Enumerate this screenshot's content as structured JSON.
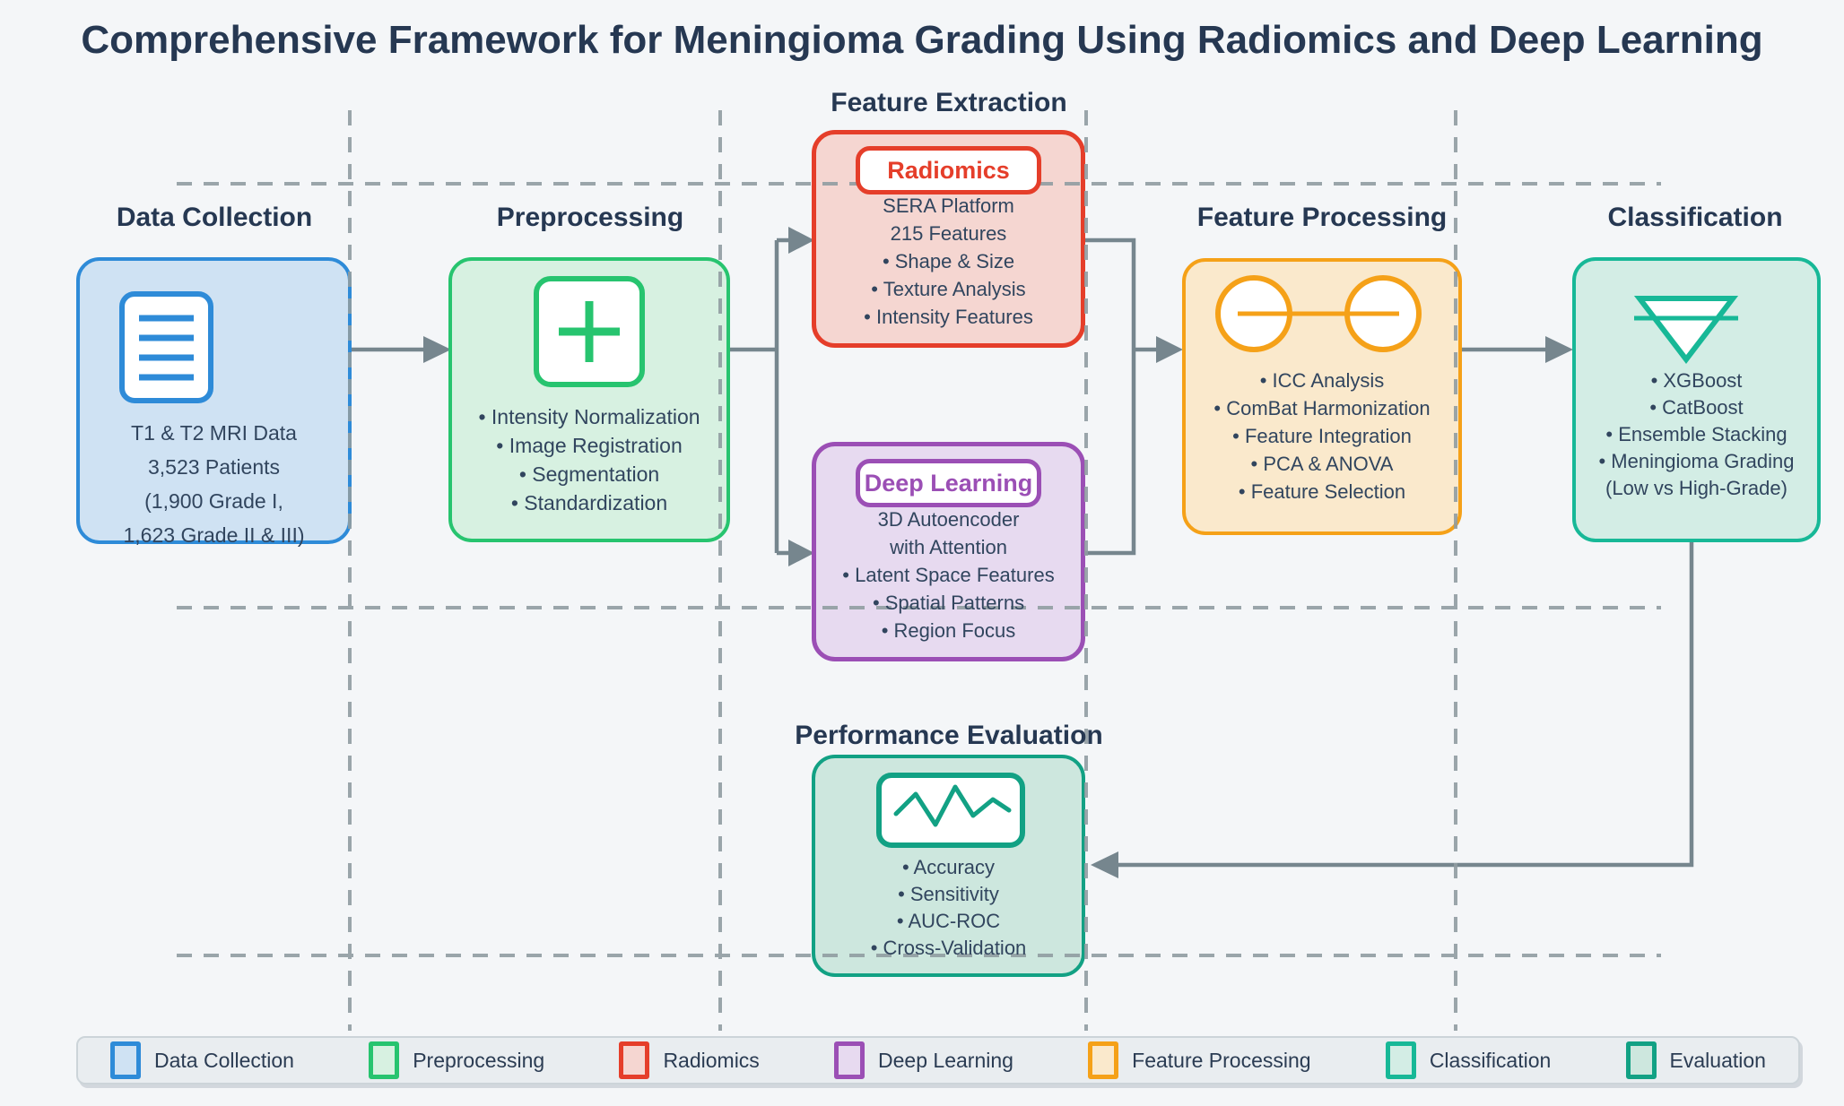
{
  "title": "Comprehensive Framework for Meningioma Grading Using Radiomics and Deep Learning",
  "stages": {
    "data_collection": {
      "heading": "Data Collection",
      "icon": "document-icon",
      "lines": [
        "T1 & T2 MRI Data",
        "3,523 Patients",
        "(1,900 Grade I,",
        "1,623 Grade II & III)"
      ]
    },
    "preprocessing": {
      "heading": "Preprocessing",
      "icon": "plus-icon",
      "lines": [
        "• Intensity Normalization",
        "• Image Registration",
        "• Segmentation",
        "• Standardization"
      ]
    },
    "feature_extraction": {
      "heading": "Feature Extraction",
      "radiomics": {
        "label": "Radiomics",
        "lines": [
          "SERA Platform",
          "215 Features",
          "• Shape & Size",
          "• Texture Analysis",
          "• Intensity Features"
        ]
      },
      "deep_learning": {
        "label": "Deep Learning",
        "lines": [
          "3D Autoencoder",
          "with Attention",
          "• Latent Space Features",
          "• Spatial Patterns",
          "• Region Focus"
        ]
      }
    },
    "feature_processing": {
      "heading": "Feature Processing",
      "icon": "linked-circles-icon",
      "lines": [
        "• ICC Analysis",
        "• ComBat Harmonization",
        "• Feature Integration",
        "• PCA & ANOVA",
        "• Feature Selection"
      ]
    },
    "classification": {
      "heading": "Classification",
      "icon": "filter-funnel-icon",
      "lines": [
        "• XGBoost",
        "• CatBoost",
        "• Ensemble Stacking",
        "• Meningioma Grading",
        "(Low vs High-Grade)"
      ]
    },
    "evaluation": {
      "heading": "Performance Evaluation",
      "icon": "line-chart-icon",
      "lines": [
        "• Accuracy",
        "• Sensitivity",
        "• AUC-ROC",
        "• Cross-Validation"
      ]
    }
  },
  "legend": {
    "items": [
      {
        "label": "Data Collection",
        "border": "#2e8bd8",
        "fill": "#cfe2f3"
      },
      {
        "label": "Preprocessing",
        "border": "#27c46f",
        "fill": "#d7f1e1"
      },
      {
        "label": "Radiomics",
        "border": "#e53e2a",
        "fill": "#f5d6d1"
      },
      {
        "label": "Deep Learning",
        "border": "#9b4fb5",
        "fill": "#e7daf0"
      },
      {
        "label": "Feature Processing",
        "border": "#f5a118",
        "fill": "#fae9cc"
      },
      {
        "label": "Classification",
        "border": "#17b897",
        "fill": "#d3ede5"
      },
      {
        "label": "Evaluation",
        "border": "#12a184",
        "fill": "#cde7de"
      }
    ]
  },
  "colors": {
    "background": "#f4f6f8",
    "title_text": "#263852",
    "body_text": "#31455e",
    "connector_gray": "#76868e",
    "dashed_gray": "#909ca1",
    "blue": "#2e8bd8",
    "blue_fill": "#cfe2f3",
    "green": "#27c46f",
    "green_fill": "#d7f1e1",
    "red": "#e53e2a",
    "red_fill": "#f5d6d1",
    "purple": "#9b4fb5",
    "purple_fill": "#e7daf0",
    "orange": "#f5a118",
    "orange_fill": "#fae9cc",
    "teal": "#17b897",
    "teal_fill": "#d3ede5",
    "eval_green": "#12a184",
    "eval_fill": "#cde7de"
  }
}
